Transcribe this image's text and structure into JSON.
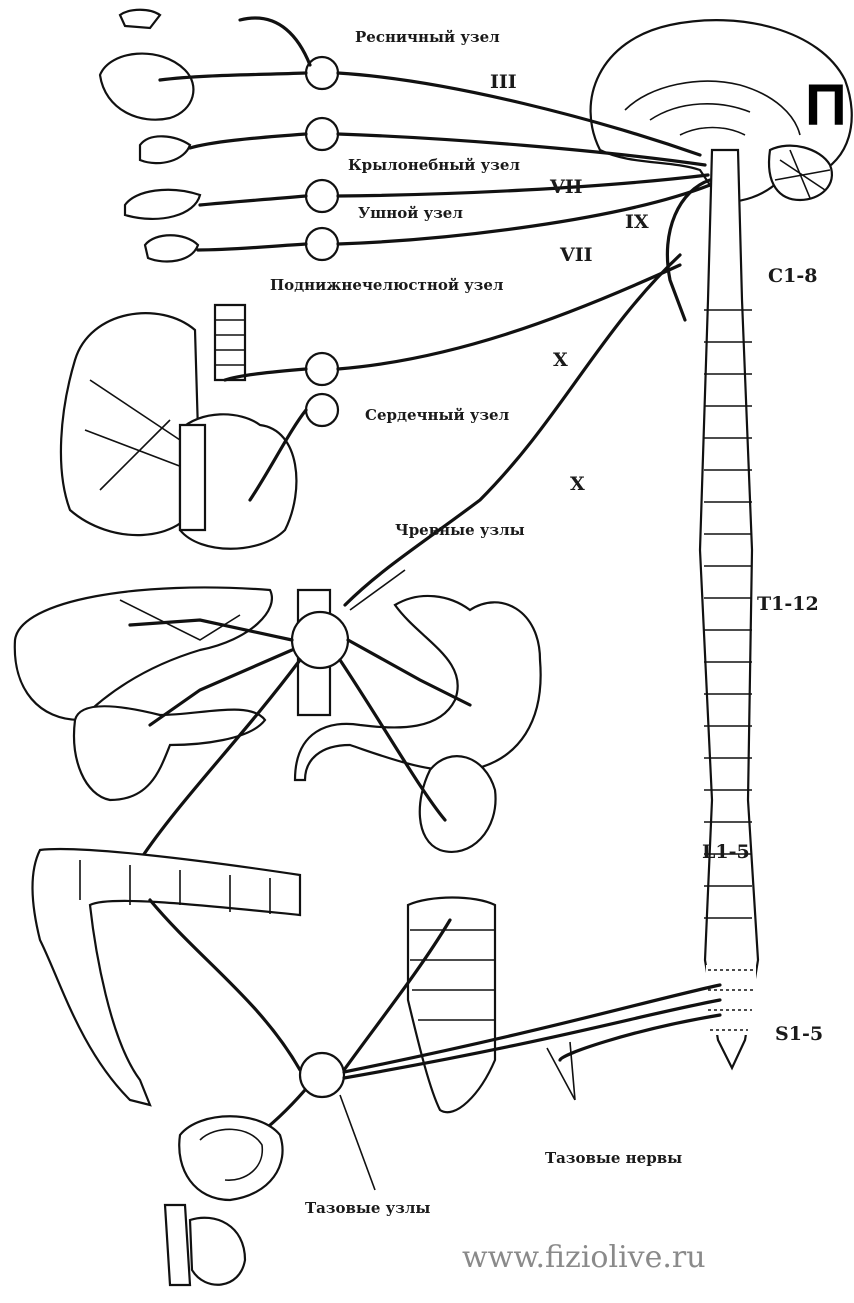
{
  "labels": {
    "ciliary": "Ресничный узел",
    "pterygopalatine": "Крылонебный узел",
    "otic": "Ушной узел",
    "submandibular": "Поднижнечелюстной узел",
    "cardiac": "Сердечный узел",
    "celiac": "Чревные узлы",
    "pelvic_ganglia": "Тазовые узлы",
    "pelvic_nerves": "Тазовые нервы"
  },
  "nerves": {
    "n3": "III",
    "n7a": "VII",
    "n9": "IX",
    "n7b": "VII",
    "n10a": "X",
    "n10b": "X"
  },
  "segments": {
    "c": "C1-8",
    "t": "T1-12",
    "l": "L1-5",
    "s": "S1-5"
  },
  "corner_letter": "П",
  "watermark": "www.fiziolive.ru"
}
